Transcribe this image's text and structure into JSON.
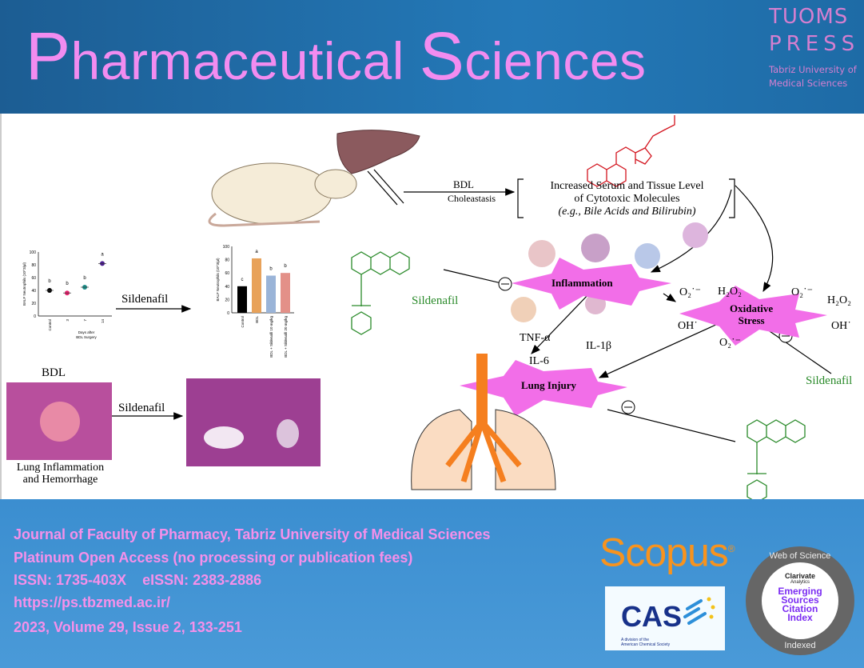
{
  "header": {
    "title_first": "P",
    "title_rest1": "harmaceutical ",
    "title_S": "S",
    "title_rest2": "ciences",
    "publisher_line1": "TUOMS",
    "publisher_line2": "PRESS",
    "publisher_sub1": "Tabriz University of",
    "publisher_sub2": "Medical Sciences"
  },
  "abstract": {
    "bdl": "BDL",
    "choleastasis": "Choleastasis",
    "box_line1": "Increased Serum and Tissue Level",
    "box_line2": "of Cytotoxic Molecules",
    "box_line3": "(e.g., Bile Acids and Bilirubin)",
    "sildenafil": "Sildenafil",
    "inflammation": "Inflammation",
    "oxidative1": "Oxidative",
    "oxidative2": "Stress",
    "lung_injury": "Lung Injury",
    "tnf": "TNF-α",
    "il1": "IL-1β",
    "il6": "IL-6",
    "o2": "O₂˙⁻",
    "h2o2": "H₂O₂",
    "oh": "OH˙",
    "bdl_hist": "BDL",
    "hist_cap1": "Lung Inflammation",
    "hist_cap2": "and Hemorrhage",
    "scatter": {
      "ylabel": "BALF Neutrophils (10^3/µl)",
      "yticks": [
        "0",
        "20",
        "40",
        "60",
        "80",
        "100"
      ],
      "x": [
        "Control",
        "3",
        "7",
        "14"
      ],
      "xgroup1": "Days after",
      "xgroup2": "BDL Surgery",
      "means": [
        40,
        36,
        45,
        82
      ],
      "letters": [
        "b",
        "b",
        "b",
        "a"
      ],
      "colors": [
        "#000000",
        "#e8226e",
        "#1d8f8a",
        "#4b1f8f"
      ]
    },
    "bars": {
      "ylabel": "BALF Neutrophils (10^3/µl)",
      "yticks": [
        "0",
        "20",
        "40",
        "60",
        "80",
        "100"
      ],
      "x": [
        "Control",
        "BDL",
        "BDL + Sildenafil 10 mg/kg",
        "BDL + Sildenafil 20 mg/kg"
      ],
      "values": [
        40,
        82,
        56,
        60
      ],
      "letters": [
        "c",
        "a",
        "b",
        "b"
      ],
      "colors": [
        "#000000",
        "#e8a25a",
        "#9ab4d8",
        "#e39088"
      ]
    }
  },
  "footer": {
    "line1": "Journal of Faculty of Pharmacy, Tabriz University of Medical Sciences",
    "line2": "Platinum Open Access (no processing or publication fees)",
    "line3": "ISSN: 1735-403X    eISSN: 2383-2886",
    "line4": "https://ps.tbzmed.ac.ir/",
    "line5": "2023, Volume 29, Issue 2, 133-251",
    "scopus": "Scopus",
    "reg": "®",
    "cas": "CAS",
    "cas_sub1": "A division of the",
    "cas_sub2": "American Chemical Society",
    "wos_top": "Web of Science",
    "wos_brand": "Clarivate",
    "wos_brand2": "Analytics",
    "wos_esci1": "Emerging",
    "wos_esci2": "Sources",
    "wos_esci3": "Citation",
    "wos_esci4": "Index",
    "wos_bottom": "Indexed"
  }
}
